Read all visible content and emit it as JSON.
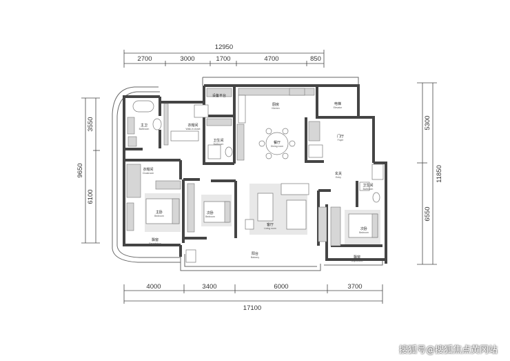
{
  "dimensions": {
    "top_total": "12950",
    "top_segments": [
      "2700",
      "3000",
      "1700",
      "4700",
      "850"
    ],
    "bottom_segments": [
      "4000",
      "3400",
      "6000",
      "3700"
    ],
    "bottom_total": "17100",
    "left_segments": [
      "3550",
      "6100"
    ],
    "left_total": "9650",
    "right_segments": [
      "5300",
      "6550"
    ],
    "right_total": "11850"
  },
  "rooms": {
    "master_bath": {
      "cn": "主卫",
      "en": "Bathroom"
    },
    "walk_in": {
      "cn": "衣帽间",
      "en": "Walk-in closet"
    },
    "appliance": {
      "cn": "设备平台",
      "en": ""
    },
    "kitchen": {
      "cn": "厨房",
      "en": "Kitchen"
    },
    "elevator": {
      "cn": "电梯",
      "en": "Elevator"
    },
    "bath2": {
      "cn": "卫生间",
      "en": "Bathroom"
    },
    "dining": {
      "cn": "餐厅",
      "en": "Dining room"
    },
    "foyer": {
      "cn": "门厅",
      "en": "Foyer"
    },
    "cloakroom": {
      "cn": "衣帽间",
      "en": "Cloakroom"
    },
    "entry": {
      "cn": "玄关",
      "en": "Entry"
    },
    "bath3": {
      "cn": "卫生间",
      "en": "Bathroom"
    },
    "master_bed": {
      "cn": "主卧",
      "en": "Bedroom"
    },
    "bed2": {
      "cn": "次卧",
      "en": "Bedroom"
    },
    "living": {
      "cn": "客厅",
      "en": "Living room"
    },
    "bed3": {
      "cn": "次卧",
      "en": "Bedroom"
    },
    "bay_left": {
      "cn": "飘窗",
      "en": "Baywindow"
    },
    "bay_right": {
      "cn": "飘窗",
      "en": "Baywindow"
    },
    "balcony": {
      "cn": "阳台",
      "en": "Balcony"
    }
  },
  "watermark": "搜狐号@搜狐焦点黄冈站"
}
